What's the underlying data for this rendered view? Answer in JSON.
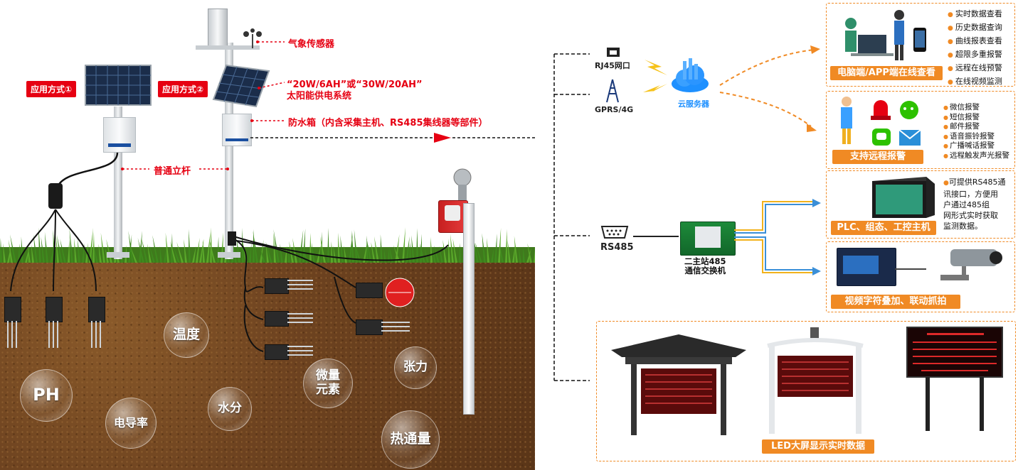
{
  "scene": {
    "method1": "应用方式①",
    "method2": "应用方式②",
    "weather_sensor": "气象传感器",
    "solar_line1": "“20W/6AH”或“30W/20AH”",
    "solar_line2": "太阳能供电系统",
    "waterproof_box": "防水箱（内含采集主机、RS485集线器等部件）",
    "pole": "普通立杆",
    "bubbles": {
      "temperature": "温度",
      "ph": "PH",
      "conductivity": "电导率",
      "moisture": "水分",
      "trace_line1": "微量",
      "trace_line2": "元素",
      "tension": "张力",
      "heat_flux": "热通量"
    }
  },
  "network": {
    "rj45": "RJ45网口",
    "gprs": "GPRS/4G",
    "cloud": "云服务器",
    "rs485": "RS485",
    "switch_line1": "二主站485",
    "switch_line2": "通信交换机"
  },
  "panels": {
    "view": {
      "title": "电脑端/APP端在线查看",
      "items": [
        "实时数据查看",
        "历史数据查询",
        "曲线报表查看",
        "超限多重报警",
        "远程在线预警",
        "在线视频监测"
      ]
    },
    "alarm": {
      "title": "支持远程报警",
      "items": [
        "微信报警",
        "短信报警",
        "邮件报警",
        "语音振铃报警",
        "广播喊话报警",
        "远程触发声光报警"
      ]
    },
    "plc": {
      "title": "PLC、组态、工控主机",
      "desc_lines": [
        "可提供RS485通",
        "讯接口，方便用",
        "户通过485组",
        "网形式实时获取",
        "监测数据。"
      ]
    },
    "video": {
      "title": "视频字符叠加、联动抓拍"
    },
    "led": {
      "title": "LED大屏显示实时数据"
    }
  },
  "colors": {
    "accent_red": "#e60012",
    "accent_orange": "#f08a24",
    "cloud_blue": "#1e90ff"
  }
}
